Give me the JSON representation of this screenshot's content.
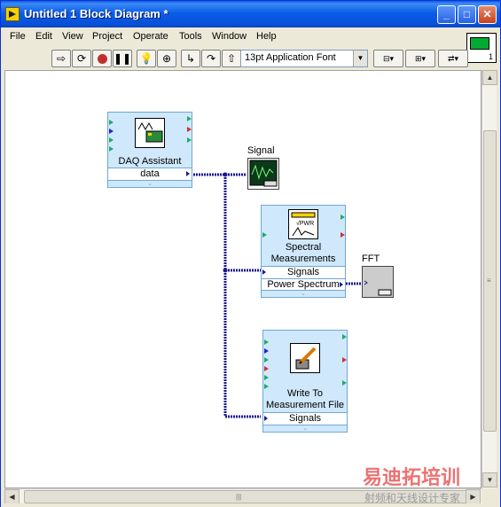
{
  "window": {
    "title": "Untitled 1 Block Diagram *",
    "buttons": {
      "minimize": "_",
      "maximize": "□",
      "close": "✕"
    }
  },
  "menu": [
    {
      "label": "File",
      "key": "F"
    },
    {
      "label": "Edit",
      "key": "E"
    },
    {
      "label": "View",
      "key": "V"
    },
    {
      "label": "Project",
      "key": "P"
    },
    {
      "label": "Operate",
      "key": "O"
    },
    {
      "label": "Tools",
      "key": "T"
    },
    {
      "label": "Window",
      "key": "W"
    },
    {
      "label": "Help",
      "key": "H"
    }
  ],
  "toolbar": {
    "font_select": "13pt Application Font",
    "icons": [
      "run-arrow-icon",
      "run-continuous-icon",
      "abort-icon",
      "pause-icon",
      "highlight-execution-icon",
      "retain-wire-values-icon",
      "step-into-icon",
      "step-over-icon",
      "step-out-icon",
      "align-objects-icon",
      "distribute-objects-icon",
      "reorder-icon"
    ]
  },
  "vi_icon": {
    "number": "1"
  },
  "diagram": {
    "daq_assistant": {
      "label": "DAQ Assistant",
      "terminal": "data"
    },
    "signal_indicator": {
      "label": "Signal"
    },
    "spectral": {
      "label_line1": "Spectral",
      "label_line2": "Measurements",
      "term1": "Signals",
      "term2": "Power Spectrum",
      "icon_text": "√PWR"
    },
    "fft_indicator": {
      "label": "FFT"
    },
    "write_file": {
      "label_line1": "Write To",
      "label_line2": "Measurement File",
      "term1": "Signals"
    }
  },
  "watermark": {
    "line1": "易迪拓培训",
    "line2": "射频和天线设计专家"
  },
  "colors": {
    "express_vi_bg": "#cfe8fb",
    "wire": "#1a1a8a",
    "titlebar": "#0a5de8"
  }
}
